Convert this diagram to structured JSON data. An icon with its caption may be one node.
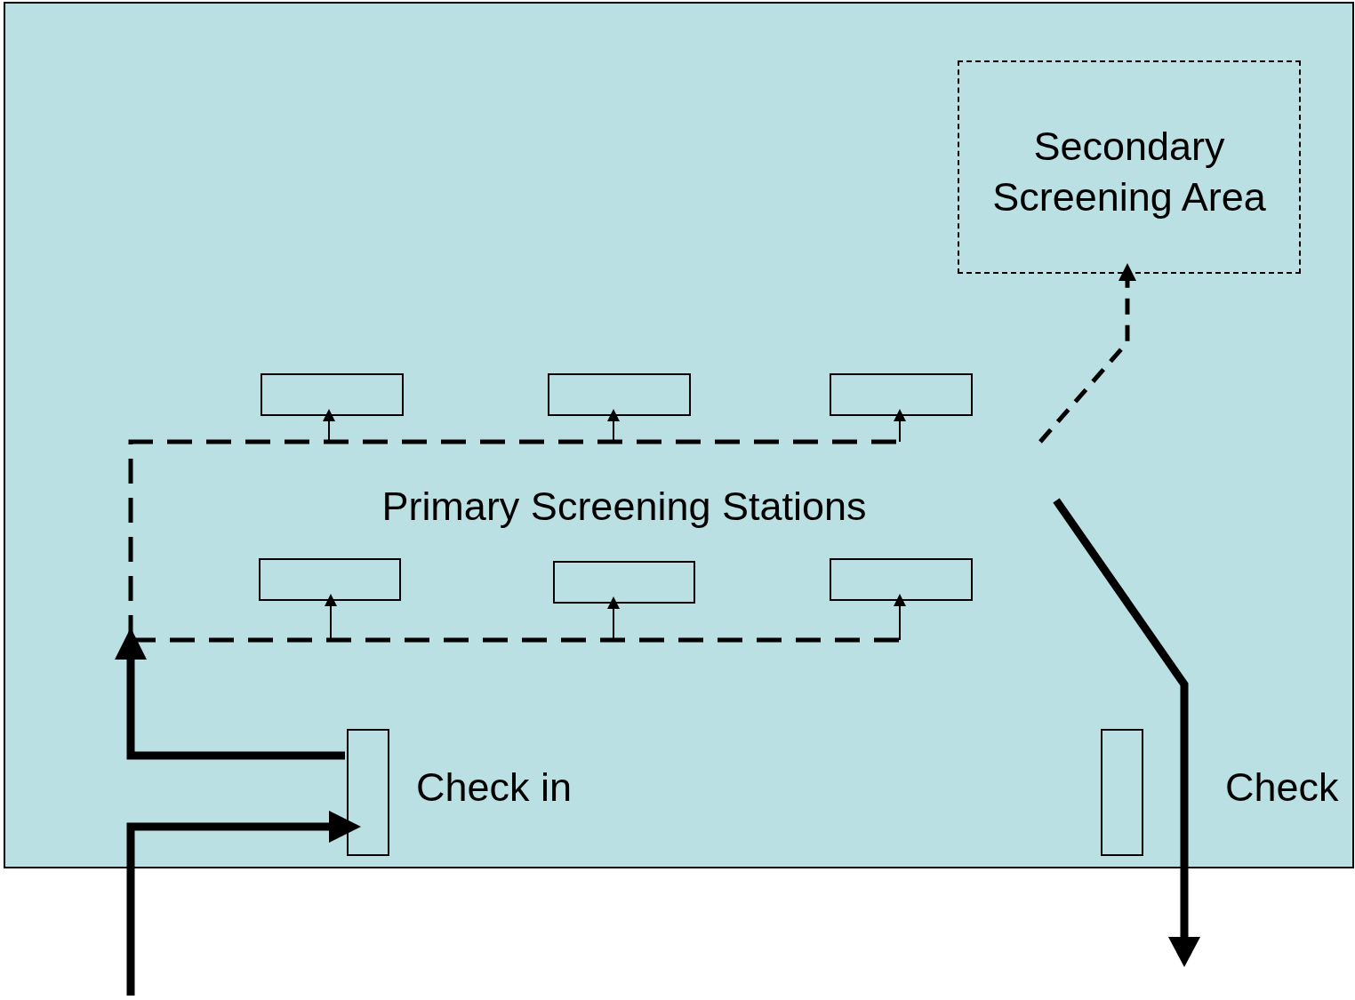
{
  "diagram": {
    "nodes": [
      {
        "text": [],
        "shape": "box"
      },
      {
        "text": [
          "Secondary Screening Area"
        ],
        "in": 0
      },
      {
        "text": [
          "Primary Screening Stations"
        ],
        "in": 0
      },
      {
        "text": [],
        "shape": "box",
        "in": 0
      },
      {
        "text": [],
        "shape": "box",
        "in": 0
      },
      {
        "text": [],
        "shape": "box",
        "in": 0
      },
      {
        "text": [],
        "shape": "box",
        "in": 0
      },
      {
        "text": [],
        "shape": "box",
        "in": 0
      },
      {
        "text": [],
        "shape": "box",
        "in": 0
      },
      {
        "text": [],
        "shape": "box",
        "in": 0,
        "beside": [
          "Check in"
        ]
      },
      {
        "text": [],
        "shape": "box",
        "in": 0,
        "beside": [
          "Check"
        ]
      }
    ],
    "edges": [
      {
        "from": null,
        "to": 9,
        "arrow": "to",
        "style": "thick"
      },
      {
        "from": 9,
        "to": null,
        "arrow": "to",
        "style": "thick"
      },
      {
        "from": null,
        "to": 3,
        "arrow": "to"
      },
      {
        "from": null,
        "to": 4,
        "arrow": "to"
      },
      {
        "from": null,
        "to": 5,
        "arrow": "to"
      },
      {
        "from": null,
        "to": 6,
        "arrow": "to"
      },
      {
        "from": null,
        "to": 7,
        "arrow": "to"
      },
      {
        "from": null,
        "to": 8,
        "arrow": "to"
      },
      {
        "from": null,
        "to": 1,
        "arrow": "to",
        "style": "dashed"
      }
    ]
  }
}
